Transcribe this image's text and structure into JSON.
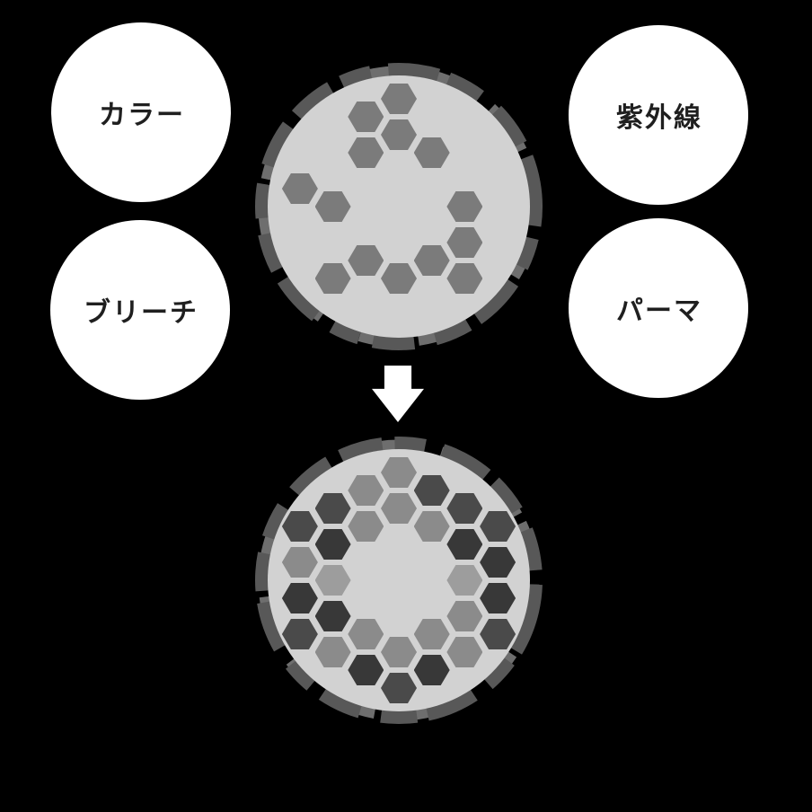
{
  "background_color": "#000000",
  "factors": [
    {
      "id": "color",
      "label": "カラー"
    },
    {
      "id": "uv",
      "label": "紫外線"
    },
    {
      "id": "bleach",
      "label": "ブリーチ"
    },
    {
      "id": "perm",
      "label": "パーマ"
    }
  ],
  "factor_circle": {
    "fill": "#ffffff",
    "text_color": "#1f1f1f"
  },
  "arrow": {
    "direction": "down",
    "color": "#ffffff"
  },
  "colors": {
    "strand_fill": "#d2d2d2",
    "cuticle_ring_dark": "#585858",
    "cuticle_ring_light": "#6e6e6e",
    "shades": {
      "t": "#7b7b7b",
      "l": "#9d9d9d",
      "m": "#8b8b8b",
      "d": "#4a4a4a",
      "k": "#383838"
    }
  },
  "strands": {
    "damaged": {
      "hexagons": [
        {
          "q": 0,
          "r": -3,
          "shade": "t"
        },
        {
          "q": -1,
          "r": -2,
          "shade": "t"
        },
        {
          "q": 0,
          "r": -2,
          "shade": "t"
        },
        {
          "q": 1,
          "r": -2,
          "shade": "t"
        },
        {
          "q": -1,
          "r": -1,
          "shade": "t"
        },
        {
          "q": 2,
          "r": -1,
          "shade": "t"
        },
        {
          "q": -3,
          "r": 1,
          "shade": "t"
        },
        {
          "q": -2,
          "r": 1,
          "shade": "t"
        },
        {
          "q": 2,
          "r": 0,
          "shade": "t"
        },
        {
          "q": -1,
          "r": 2,
          "shade": "t"
        },
        {
          "q": 1,
          "r": 1,
          "shade": "t"
        },
        {
          "q": 0,
          "r": 2,
          "shade": "t"
        },
        {
          "q": 2,
          "r": 1,
          "shade": "t"
        },
        {
          "q": -2,
          "r": 3,
          "shade": "t"
        }
      ]
    },
    "repaired": {
      "hexagons": [
        {
          "q": 0,
          "r": -3,
          "shade": "m"
        },
        {
          "q": 1,
          "r": -3,
          "shade": "d"
        },
        {
          "q": 2,
          "r": -3,
          "shade": "d"
        },
        {
          "q": 3,
          "r": -3,
          "shade": "d"
        },
        {
          "q": 3,
          "r": -2,
          "shade": "k"
        },
        {
          "q": 3,
          "r": -1,
          "shade": "k"
        },
        {
          "q": 3,
          "r": 0,
          "shade": "d"
        },
        {
          "q": 2,
          "r": 1,
          "shade": "m"
        },
        {
          "q": 1,
          "r": 2,
          "shade": "k"
        },
        {
          "q": 0,
          "r": 3,
          "shade": "d"
        },
        {
          "q": -1,
          "r": 3,
          "shade": "k"
        },
        {
          "q": -2,
          "r": 3,
          "shade": "m"
        },
        {
          "q": -3,
          "r": 3,
          "shade": "d"
        },
        {
          "q": -3,
          "r": 2,
          "shade": "k"
        },
        {
          "q": -3,
          "r": 1,
          "shade": "m"
        },
        {
          "q": -3,
          "r": 0,
          "shade": "d"
        },
        {
          "q": -2,
          "r": -1,
          "shade": "d"
        },
        {
          "q": -1,
          "r": -2,
          "shade": "m"
        },
        {
          "q": 0,
          "r": -2,
          "shade": "m"
        },
        {
          "q": 1,
          "r": -2,
          "shade": "m"
        },
        {
          "q": 2,
          "r": -2,
          "shade": "k"
        },
        {
          "q": 2,
          "r": -1,
          "shade": "l"
        },
        {
          "q": 2,
          "r": 0,
          "shade": "m"
        },
        {
          "q": 1,
          "r": 1,
          "shade": "m"
        },
        {
          "q": 0,
          "r": 2,
          "shade": "m"
        },
        {
          "q": -1,
          "r": 2,
          "shade": "m"
        },
        {
          "q": -2,
          "r": 2,
          "shade": "k"
        },
        {
          "q": -2,
          "r": 1,
          "shade": "l"
        },
        {
          "q": -2,
          "r": 0,
          "shade": "k"
        },
        {
          "q": -1,
          "r": -1,
          "shade": "m"
        }
      ]
    }
  }
}
